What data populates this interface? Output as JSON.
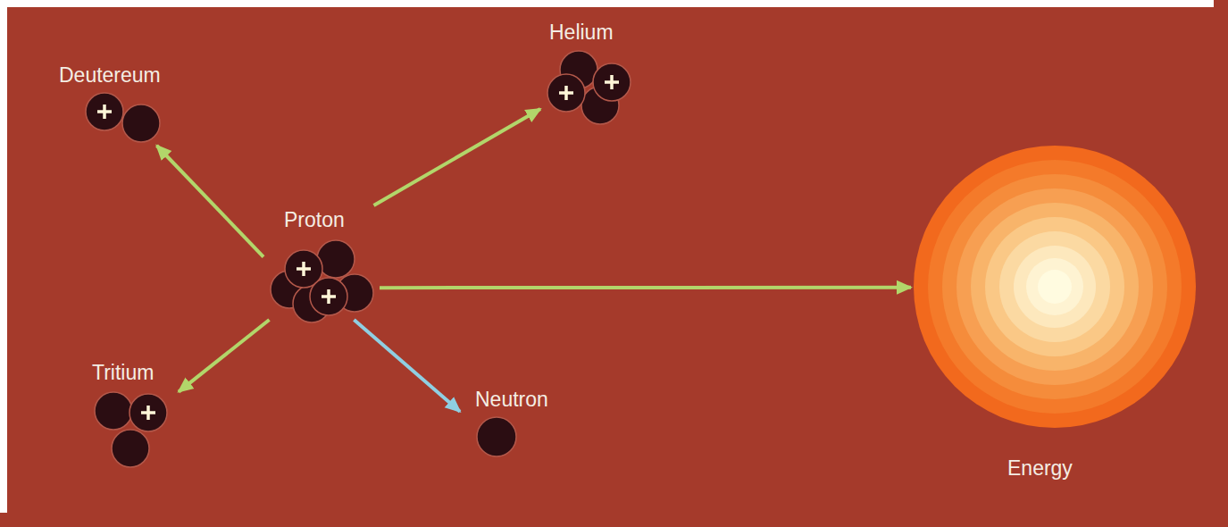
{
  "diagram": {
    "nodes": [
      {
        "text": [
          "Deutereum"
        ]
      },
      {
        "text": [
          "Helium"
        ]
      },
      {
        "text": [
          "Proton"
        ]
      },
      {
        "text": [
          "Tritium"
        ]
      },
      {
        "text": [
          "Neutron"
        ]
      },
      {
        "text": [
          "Energy"
        ]
      }
    ],
    "edges": [
      {
        "from": 2,
        "to": 0,
        "arrow": "to"
      },
      {
        "from": 2,
        "to": 1,
        "arrow": "to"
      },
      {
        "from": 2,
        "to": 3,
        "arrow": "to"
      },
      {
        "from": 2,
        "to": 4,
        "arrow": "to"
      },
      {
        "from": 2,
        "to": 5,
        "arrow": "to"
      }
    ]
  }
}
